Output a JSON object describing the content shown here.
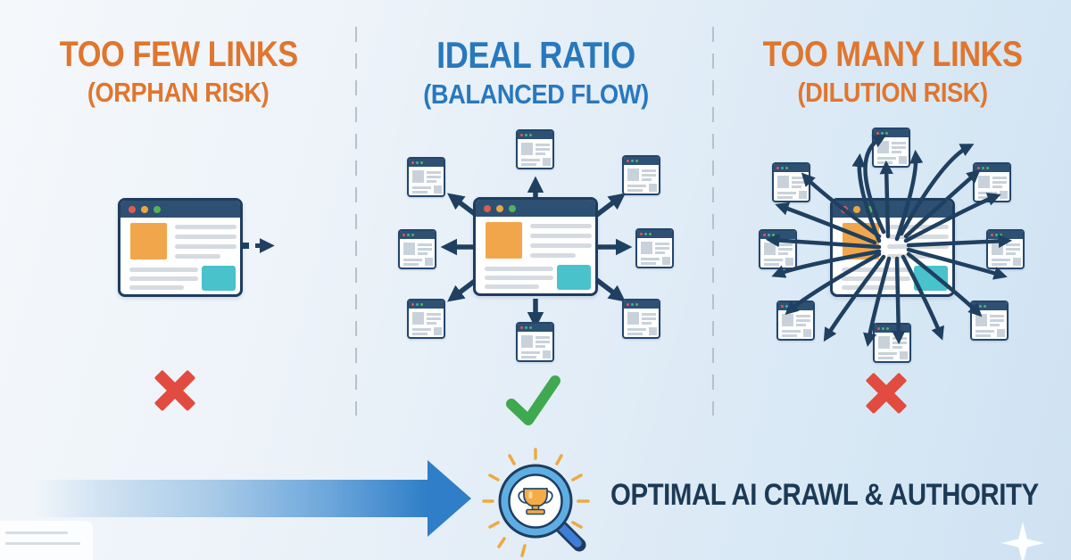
{
  "panels": [
    {
      "id": "too-few",
      "title": "TOO FEW LINKS",
      "subtitle": "(ORPHAN RISK)",
      "status": "bad",
      "status_icon": "cross-icon"
    },
    {
      "id": "ideal",
      "title": "IDEAL RATIO",
      "subtitle": "(BALANCED FLOW)",
      "status": "good",
      "status_icon": "check-icon"
    },
    {
      "id": "too-many",
      "title": "TOO MANY LINKS",
      "subtitle": "(DILUTION RISK)",
      "status": "bad",
      "status_icon": "cross-icon"
    }
  ],
  "footer": {
    "label": "OPTIMAL AI CRAWL & AUTHORITY",
    "icon": "magnifier-trophy-icon"
  },
  "colors": {
    "heading_orange": "#E0762E",
    "heading_blue": "#2878BE",
    "window_bar_navy": "#2E5173",
    "outline_navy": "#1E3D5E",
    "link_arrow_navy": "#1F4060",
    "cross_red": "#E14B40",
    "check_green": "#3FA94F",
    "flow_arrow_blue": "#2F7EC7",
    "ray_orange": "#EFA93F",
    "content_orange": "#F2A64B",
    "content_teal": "#49C2CB",
    "footer_text_navy": "#1C3A56"
  }
}
